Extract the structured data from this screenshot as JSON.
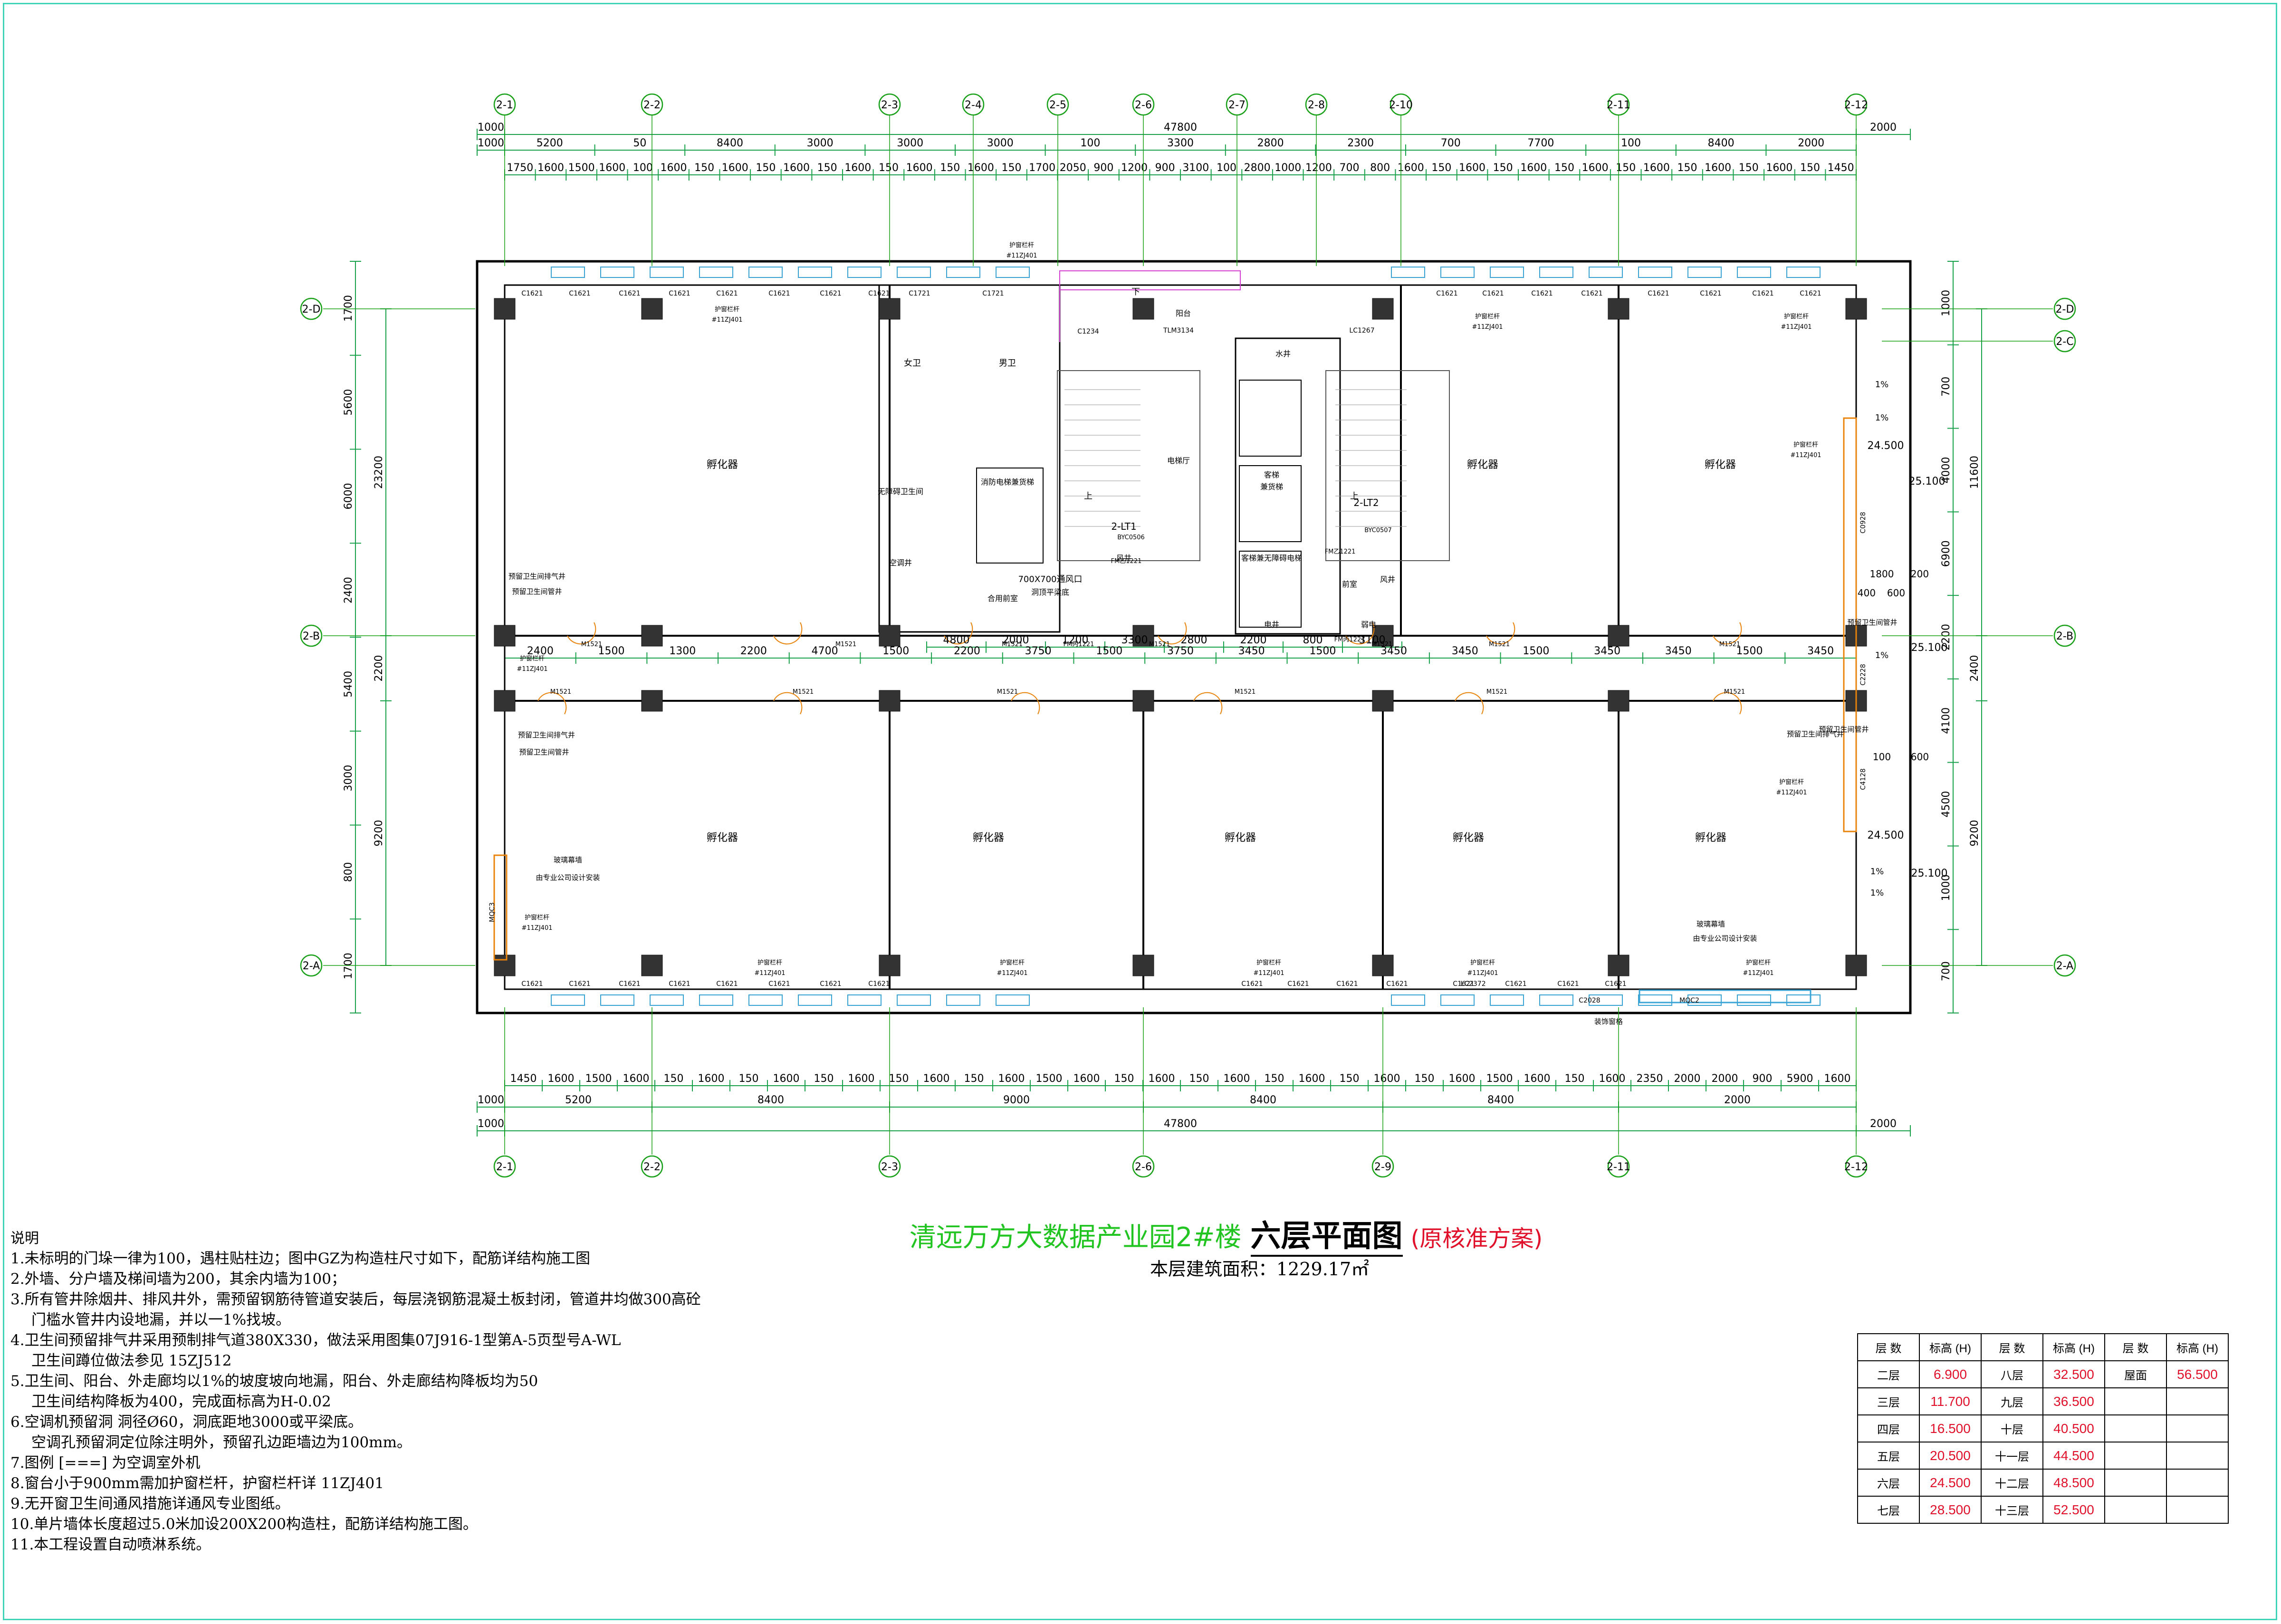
{
  "drawing": {
    "title_main": "清远万方大数据产业园2#楼",
    "title_bold": "六层平面图",
    "title_note": "(原核准方案)",
    "area_label": "本层建筑面积：1229.17㎡",
    "colors": {
      "frame": "#3fd4b8",
      "title": "#22c422",
      "grid_label": "#19a019",
      "wall": "#000000",
      "glass": "#3aa3d6",
      "annotation": "#e0102a",
      "magenta": "#d23fd2",
      "orange": "#e8830b"
    }
  },
  "grid": {
    "top_axes": [
      "2-1",
      "2-2",
      "2-3",
      "2-4",
      "2-5",
      "2-6",
      "2-7",
      "2-8",
      "2-10",
      "2-11",
      "2-12"
    ],
    "bottom_axes": [
      "2-1",
      "2-2",
      "2-3",
      "2-6",
      "2-9",
      "2-11",
      "2-12"
    ],
    "left_axes": [
      "2-D",
      "2-B",
      "2-A"
    ],
    "right_axes": [
      "2-D",
      "2-C",
      "2-B",
      "2-A"
    ]
  },
  "dims": {
    "top_total": [
      "1000",
      "47800",
      "2000"
    ],
    "top_row2": [
      "1000",
      "5200",
      "50",
      "8400",
      "3000",
      "3000",
      "3000",
      "100",
      "3300",
      "2800",
      "2300",
      "700",
      "7700",
      "100",
      "8400",
      "2000"
    ],
    "top_row3": [
      "1750",
      "1600",
      "1500",
      "1600",
      "100",
      "1600",
      "150",
      "1600",
      "150",
      "1600",
      "150",
      "1600",
      "150",
      "1600",
      "150",
      "1600",
      "150",
      "1700",
      "2050",
      "900",
      "1200",
      "900",
      "3100",
      "100",
      "2800",
      "1000",
      "1200",
      "700",
      "800",
      "1600",
      "150",
      "1600",
      "150",
      "1600",
      "150",
      "1600",
      "150",
      "1600",
      "150",
      "1600",
      "150",
      "1600",
      "150",
      "1450"
    ],
    "bottom_row1": [
      "1450",
      "1600",
      "1500",
      "1600",
      "150",
      "1600",
      "150",
      "1600",
      "150",
      "1600",
      "150",
      "1600",
      "150",
      "1600",
      "1500",
      "1600",
      "150",
      "1600",
      "150",
      "1600",
      "150",
      "1600",
      "150",
      "1600",
      "150",
      "1600",
      "1500",
      "1600",
      "150",
      "1600",
      "2350",
      "2000",
      "2000",
      "900",
      "5900",
      "1600"
    ],
    "bottom_row2": [
      "1000",
      "5200",
      "8400",
      "9000",
      "8400",
      "8400",
      "2000"
    ],
    "bottom_total": [
      "1000",
      "47800",
      "2000"
    ],
    "left_col1": [
      "1700",
      "5600",
      "6000",
      "2400",
      "5400",
      "3000",
      "800",
      "1700"
    ],
    "left_col2": [
      "23200",
      "2200",
      "9200"
    ],
    "right_col1": [
      "1000",
      "700",
      "4000",
      "6900",
      "2200",
      "4100",
      "4500",
      "1000",
      "700"
    ],
    "right_col2": [
      "11600",
      "2400",
      "9200"
    ],
    "corridor": [
      "2400",
      "1500",
      "1300",
      "2200",
      "4700",
      "1500",
      "2200",
      "3750",
      "1500",
      "3750",
      "3450",
      "1500",
      "3450",
      "3450",
      "1500",
      "3450",
      "3450",
      "1500",
      "3450"
    ],
    "mid_row": [
      "4800",
      "2000",
      "1200",
      "3300",
      "2800",
      "2200",
      "800",
      "3100"
    ]
  },
  "rooms": {
    "hatch": "孵化器",
    "female_wc": "女卫",
    "male_wc": "男卫",
    "accessible_wc": "无障碍卫生间",
    "ac_shaft": "空调井",
    "fire_elevator": "消防电梯兼货梯",
    "passenger_elevator": "客梯",
    "accessible_elevator": "客梯兼无障碍电梯",
    "freight": "兼货梯",
    "stair_1": "2-LT1",
    "stair_2": "2-LT2",
    "up": "上",
    "down": "下",
    "water_shaft": "水井",
    "wind_shaft": "风井",
    "elec_shaft": "电井",
    "weak_room": "弱电",
    "lift_lobby": "电梯厅",
    "balcony": "阳台",
    "front_room": "前室",
    "combined_front_room": "合用前室",
    "vent": "700X700通风口",
    "vent_note": "洞顶平梁底",
    "curtain_wall": "玻璃幕墙",
    "curtain_note": "由专业公司设计安装",
    "reserved_exhaust": "预留卫生间排气井",
    "reserved_pipe": "预留卫生间管井",
    "deco": "装饰窗格"
  },
  "tags": {
    "window_c1621": "C1621",
    "window_c1721": "C1721",
    "window_c2028": "C2028",
    "door_m1521": "M1521",
    "door_fm": "FM乙1221",
    "door_fm2": "FM丙1221",
    "lc1267": "LC1267",
    "lc2372": "LC2372",
    "mqc2": "MQC2",
    "tlm": "TLM3134",
    "byc": "BYC0506",
    "byc2": "BYC0507",
    "rail": "护窗栏杆",
    "rail_code": "#11ZJ401",
    "c1234": "C1234",
    "c0928": "C0928",
    "c4128": "C4128",
    "c2228": "C2228",
    "mqc3": "MQC3",
    "slope": "1%"
  },
  "levels": {
    "elev_a": "24.500",
    "elev_b": "25.100",
    "widths": [
      "1800",
      "200",
      "100",
      "600",
      "400",
      "600"
    ]
  },
  "notes": [
    "说明",
    "1.未标明的门垛一律为100，遇柱贴柱边；图中GZ为构造柱尺寸如下，配筋详结构施工图",
    "2.外墙、分户墙及梯间墙为200，其余内墙为100；",
    "3.所有管井除烟井、排风井外，需预留钢筋待管道安装后，每层浇钢筋混凝土板封闭，管道井均做300高砼",
    "门槛水管井内设地漏，并以一1%找坡。",
    "4.卫生间预留排气井采用预制排气道380X330，做法采用图集07J916-1型第A-5页型号A-WL",
    "卫生间蹲位做法参见  15ZJ512",
    "5.卫生间、阳台、外走廊均以1%的坡度坡向地漏，阳台、外走廊结构降板均为50",
    "卫生间结构降板为400，完成面标高为H-0.02",
    "6.空调机预留洞 洞径Ø60，洞底距地3000或平梁底。",
    "空调孔预留洞定位除注明外，预留孔边距墙边为100mm。",
    "7.图例   [===]   为空调室外机",
    "8.窗台小于900mm需加护窗栏杆，护窗栏杆详      11ZJ401",
    "9.无开窗卫生间通风措施详通风专业图纸。",
    "10.单片墙体长度超过5.0米加设200X200构造柱，配筋详结构施工图。",
    "11.本工程设置自动喷淋系统。"
  ],
  "level_table": {
    "headers": [
      "层 数",
      "标高 (H)",
      "层 数",
      "标高 (H)",
      "层 数",
      "标高 (H)"
    ],
    "rows": [
      [
        "二层",
        "6.900",
        "八层",
        "32.500",
        "屋面",
        "56.500"
      ],
      [
        "三层",
        "11.700",
        "九层",
        "36.500",
        "",
        ""
      ],
      [
        "四层",
        "16.500",
        "十层",
        "40.500",
        "",
        ""
      ],
      [
        "五层",
        "20.500",
        "十一层",
        "44.500",
        "",
        ""
      ],
      [
        "六层",
        "24.500",
        "十二层",
        "48.500",
        "",
        ""
      ],
      [
        "七层",
        "28.500",
        "十三层",
        "52.500",
        "",
        ""
      ]
    ]
  }
}
